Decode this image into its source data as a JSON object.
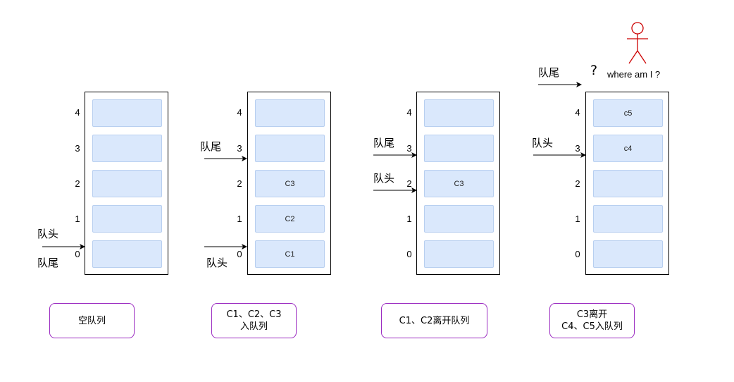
{
  "stages": [
    {
      "slots": [
        "",
        "",
        "",
        "",
        ""
      ],
      "indices": [
        "0",
        "1",
        "2",
        "3",
        "4"
      ],
      "pointers": {
        "head": "队头",
        "tail": "队尾"
      },
      "caption": "空队列"
    },
    {
      "slots": [
        "C1",
        "C2",
        "C3",
        "",
        ""
      ],
      "indices": [
        "0",
        "1",
        "2",
        "3",
        "4"
      ],
      "pointers": {
        "head": "队头",
        "tail": "队尾"
      },
      "caption": "C1、C2、C3\n入队列"
    },
    {
      "slots": [
        "",
        "",
        "C3",
        "",
        ""
      ],
      "indices": [
        "0",
        "1",
        "2",
        "3",
        "4"
      ],
      "pointers": {
        "head": "队头",
        "tail": "队尾"
      },
      "caption": "C1、C2离开队列"
    },
    {
      "slots": [
        "",
        "",
        "",
        "c4",
        "c5"
      ],
      "indices": [
        "0",
        "1",
        "2",
        "3",
        "4"
      ],
      "pointers": {
        "head": "队头",
        "tail": "队尾"
      },
      "caption": "C3离开\nC4、C5入队列"
    }
  ],
  "annotation": {
    "question_mark": "?",
    "stick_figure_label": "where am I ?"
  },
  "colors": {
    "slot_fill": "#dae8fc",
    "caption_border": "#9b2bc1",
    "figure": "#cc0000"
  }
}
